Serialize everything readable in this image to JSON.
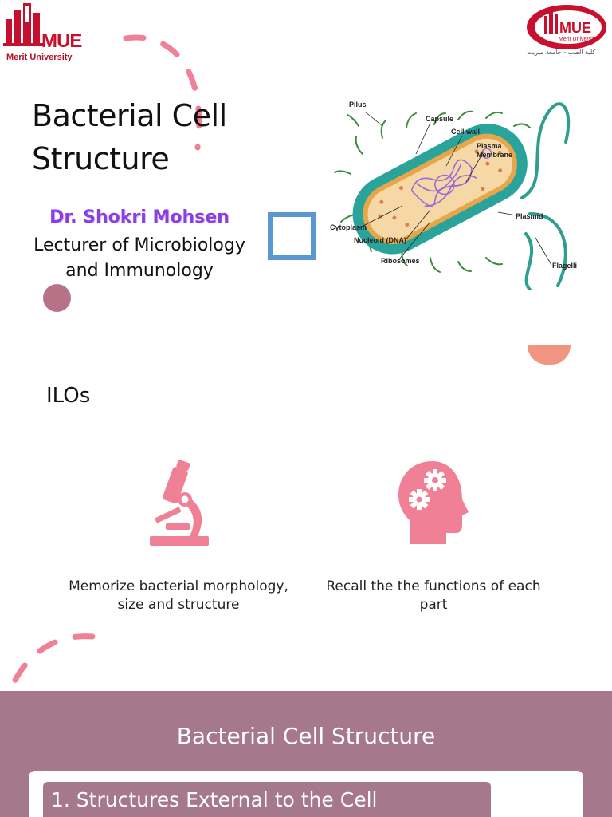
{
  "logos": {
    "left_short": "MUE",
    "left_name": "Merit University",
    "right_short": "MUE",
    "right_name": "Merit University",
    "right_arabic": "كلية الطب - جامعة ميريت"
  },
  "title_slide": {
    "title": "Bacterial Cell Structure",
    "author": "Dr. Shokri Mohsen",
    "role": "Lecturer of Microbiology and Immunology"
  },
  "diagram": {
    "labels": [
      "Pilus",
      "Capsule",
      "Cell wall",
      "Plasma",
      "Membrane",
      "Cytoplasm",
      "Nucleoid (DNA)",
      "Ribosomes",
      "Plasmid",
      "Flagelli"
    ]
  },
  "ilos": {
    "heading": "ILOs",
    "items": [
      {
        "text": "Memorize bacterial morphology, size and structure",
        "icon": "microscope-icon"
      },
      {
        "text": "Recall the the functions of each part",
        "icon": "head-gears-icon"
      }
    ]
  },
  "section": {
    "title": "Bacterial Cell Structure",
    "first_item": "1. Structures External to the Cell"
  },
  "colors": {
    "accent_pink": "#f08096",
    "mauve": "#a5788b",
    "blue_square": "#5b97d1",
    "author_purple": "#8a3fe0",
    "salmon": "#ef9580"
  }
}
